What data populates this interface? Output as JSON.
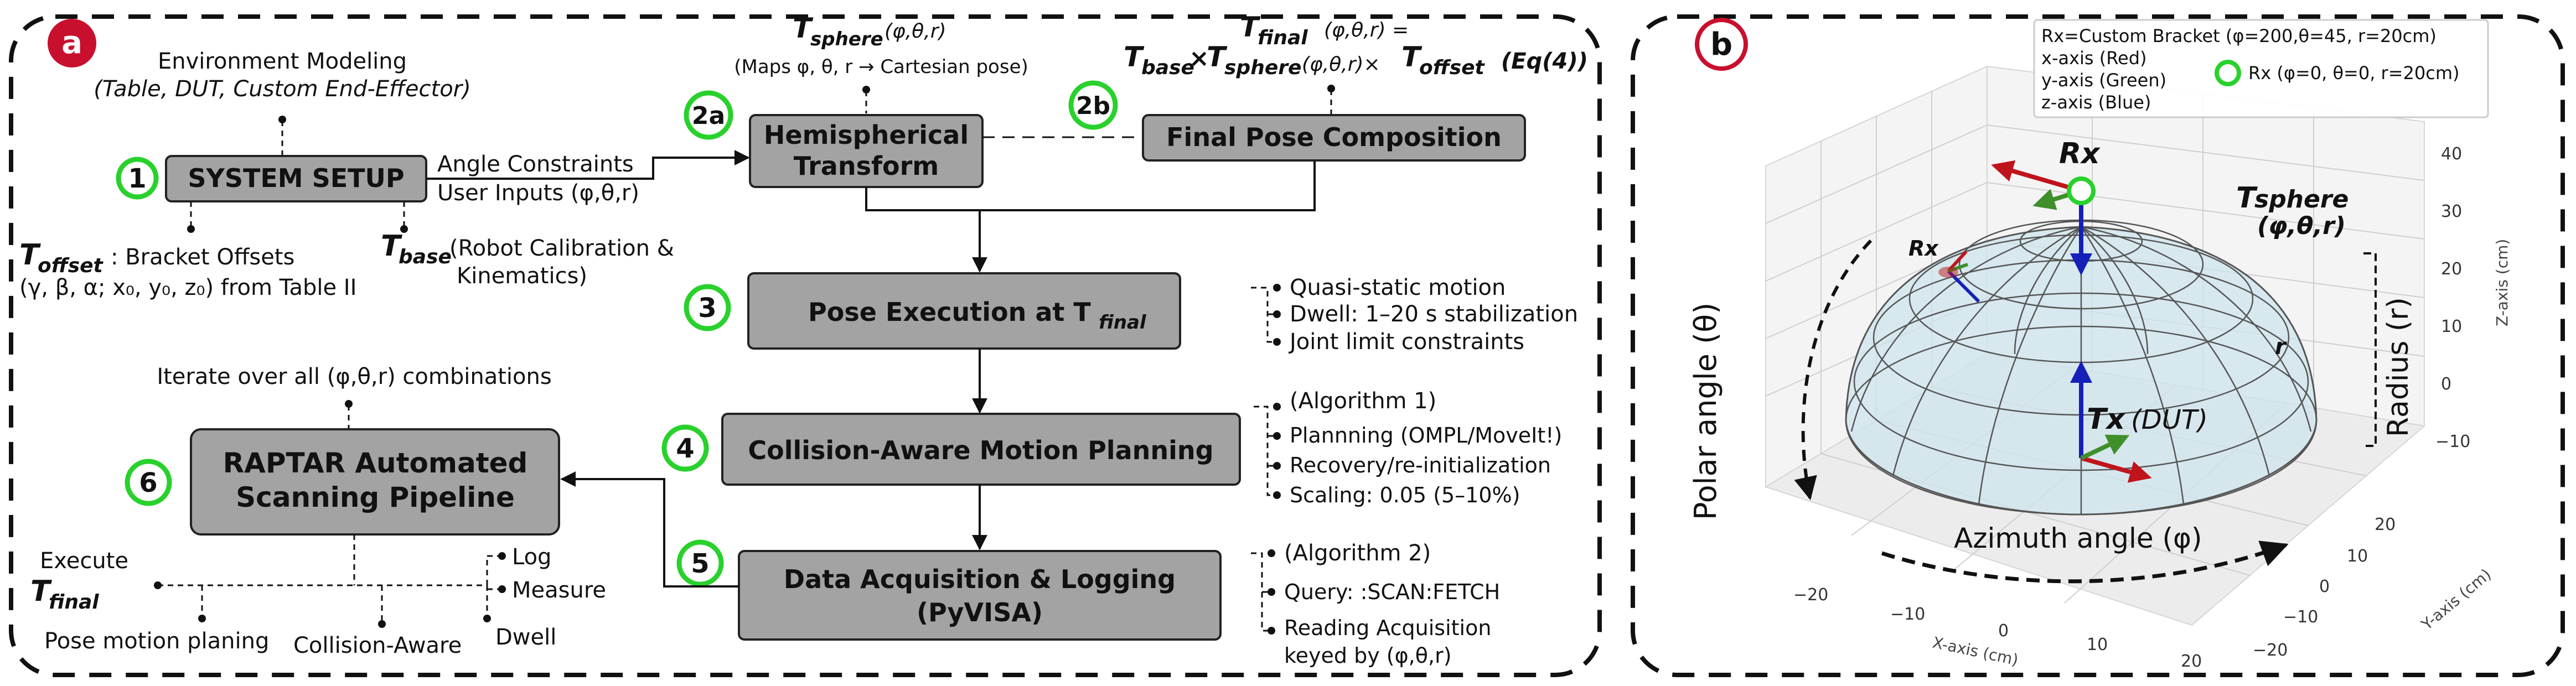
{
  "panel_a": {
    "label": "a",
    "env_modeling_title": "Environment Modeling",
    "env_modeling_items": "(Table, DUT, Custom End-Effector)",
    "step1": {
      "num": "1",
      "title": "SYSTEM SETUP"
    },
    "angle_constraints": "Angle Constraints",
    "user_inputs": "User Inputs (φ,θ,r)",
    "t_offset_label": "T",
    "t_offset_sub": "offset",
    "t_offset_desc": ": Bracket Offsets",
    "t_offset_vars": "(γ, β, α; x₀, y₀, z₀) from Table II",
    "t_base_label": "T",
    "t_base_sub": "base",
    "t_base_desc_1": "(Robot Calibration &",
    "t_base_desc_2": "Kinematics)",
    "t_sphere_label": "T",
    "t_sphere_sub": "sphere",
    "t_sphere_args": "(φ,θ,r)",
    "t_sphere_desc": "(Maps φ, θ, r → Cartesian pose)",
    "step2a": {
      "num": "2a",
      "title_1": "Hemispherical",
      "title_2": "Transform"
    },
    "step2b": {
      "num": "2b",
      "title": "Final Pose Composition"
    },
    "eq_lhs": "T",
    "eq_lhs_sub": "final",
    "eq_lhs_args": "(φ,θ,r) =",
    "eq_base": "T",
    "eq_base_sub": "base",
    "eq_times": "×",
    "eq_sphere": "T",
    "eq_sphere_sub": "sphere",
    "eq_sphere_args": "(φ,θ,r)×",
    "eq_offset": "T",
    "eq_offset_sub": "offset",
    "eq_ref": "(Eq(4))",
    "step3": {
      "num": "3",
      "title": "Pose Execution at T",
      "title_sub": "final"
    },
    "step3_notes": [
      "Quasi-static motion",
      "Dwell: 1–20 s stabilization",
      "Joint limit constraints"
    ],
    "step4": {
      "num": "4",
      "title": "Collision-Aware Motion Planning"
    },
    "step4_notes": [
      "(Algorithm 1)",
      "Plannning (OMPL/MoveIt!)",
      "Recovery/re-initialization",
      "Scaling: 0.05 (5–10%)"
    ],
    "step5": {
      "num": "5",
      "title_1": "Data Acquisition & Logging",
      "title_2": "(PyVISA)"
    },
    "step5_notes": [
      "(Algorithm 2)",
      "Query: :SCAN:FETCH",
      "Reading Acquisition",
      "keyed by (φ,θ,r)"
    ],
    "iterate_text": "Iterate over all (φ,θ,r) combinations",
    "step6": {
      "num": "6",
      "title_1": "RAPTAR Automated",
      "title_2": "Scanning Pipeline"
    },
    "pipeline_execute": "Execute",
    "pipeline_tfinal": "T",
    "pipeline_tfinal_sub": "final",
    "pipeline_pose": "Pose motion planing",
    "pipeline_collision": "Collision-Aware",
    "pipeline_dwell": "Dwell",
    "pipeline_log": "Log",
    "pipeline_measure": "Measure"
  },
  "panel_b": {
    "label": "b",
    "legend_lines": [
      "Rx=Custom Bracket (φ=200,θ=45, r=20cm)",
      "x-axis (Red)",
      "y-axis (Green)",
      "z-axis (Blue)"
    ],
    "legend_marker_text": "Rx (φ=0, θ=0, r=20cm)",
    "rx_top": "Rx",
    "rx_side": "Rx",
    "tx_label": "Tx",
    "tx_dut": "(DUT)",
    "t_sphere": "T",
    "t_sphere_sub": "sphere",
    "t_sphere_args": "(φ,θ,r)",
    "r_label": "r",
    "polar_label": "Polar angle (θ)",
    "radius_label": "Radius (r)",
    "azimuth_label": "Azimuth angle (φ)",
    "z_axis_title": "Z-axis (cm)",
    "x_axis_title": "X-axis (cm)",
    "y_axis_title": "Y-axis (cm)",
    "z_ticks": [
      "40",
      "30",
      "20",
      "10",
      "0",
      "−10"
    ],
    "x_ticks": [
      "−20",
      "−10",
      "0",
      "10",
      "20"
    ],
    "y_ticks": [
      "20",
      "10",
      "0",
      "−10",
      "−20"
    ],
    "colors": {
      "x_axis": "#c0141c",
      "y_axis": "#3f8f2a",
      "z_axis": "#1520b8",
      "marker": "#29d12c",
      "panel_badge": "#c8102e"
    }
  }
}
